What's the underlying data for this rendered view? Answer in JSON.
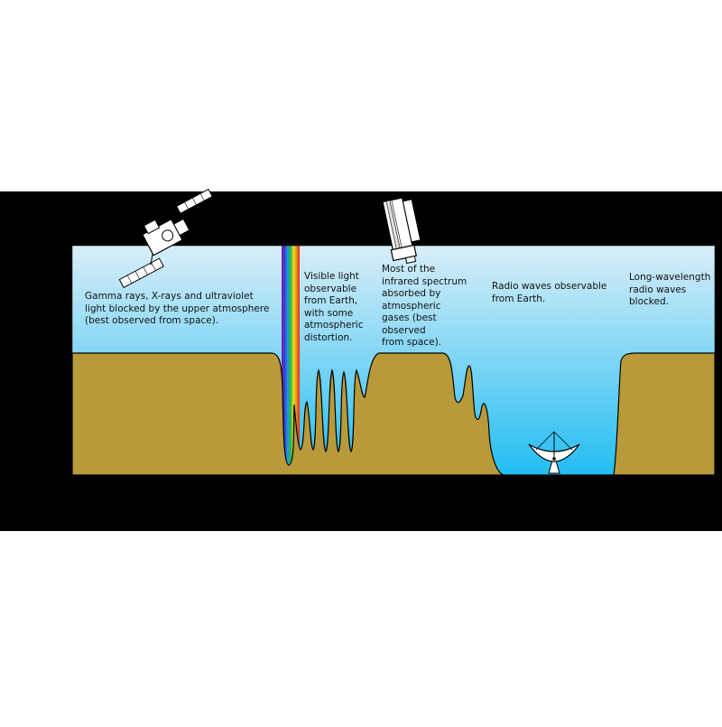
{
  "colors": {
    "frame": "#000000",
    "sky_top": "#d9eef8",
    "sky_bottom": "#22bdf2",
    "opacity": "#b99a3a",
    "outline": "#000000",
    "page": "#ffffff"
  },
  "captions": {
    "gamma": [
      "Gamma rays, X-rays and ultraviolet",
      "light blocked by the upper atmosphere",
      "(best observed from space)."
    ],
    "visible": [
      "Visible light",
      "observable",
      "from Earth,",
      "with some",
      "atmospheric",
      "distortion."
    ],
    "infrared": [
      "Most of the",
      "infrared spectrum",
      "absorbed by",
      "atmospheric",
      "gases (best",
      "observed",
      "from space)."
    ],
    "radio": [
      "Radio waves observable",
      "from Earth."
    ],
    "longwave": [
      "Long-wavelength",
      "radio waves",
      "blocked."
    ]
  },
  "icons": {
    "space_telescope": "satellite-icon",
    "infrared_telescope": "space-telescope-icon",
    "radio_dish": "radio-dish-icon",
    "visible_band": "rainbow-spectrum-icon"
  }
}
